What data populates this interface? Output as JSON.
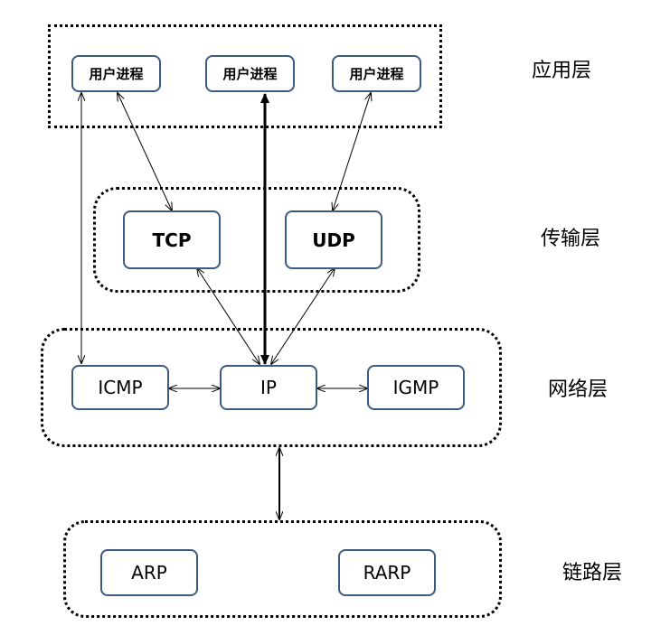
{
  "layers": {
    "application": "应用层",
    "transport": "传输层",
    "network": "网络层",
    "link": "链路层"
  },
  "nodes": {
    "user_process": [
      "用户进程",
      "用户进程",
      "用户进程"
    ],
    "tcp": "TCP",
    "udp": "UDP",
    "icmp": "ICMP",
    "ip": "IP",
    "igmp": "IGMP",
    "arp": "ARP",
    "rarp": "RARP"
  },
  "colors": {
    "node_border": "#3d5a7f",
    "line": "#000000"
  }
}
